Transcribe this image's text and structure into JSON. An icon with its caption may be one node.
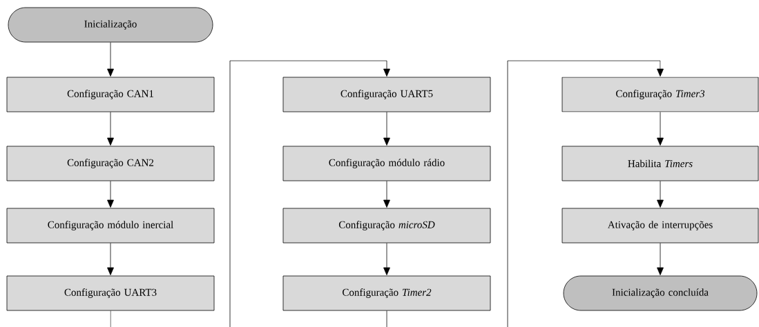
{
  "diagram": {
    "nodes": [
      {
        "text": [
          "Inicialização"
        ]
      },
      {
        "text": [
          "Configuração CAN1"
        ]
      },
      {
        "text": [
          "Configuração CAN2"
        ]
      },
      {
        "text": [
          "Configuração módulo inercial"
        ]
      },
      {
        "text": [
          "Configuração UART3"
        ]
      },
      {
        "text": [
          "Configuração UART5"
        ]
      },
      {
        "text": [
          "Configuração módulo rádio"
        ]
      },
      {
        "text": [
          "Configuração *microSD*"
        ]
      },
      {
        "text": [
          "Configuração *Timer2*"
        ]
      },
      {
        "text": [
          "Configuração *Timer3*"
        ]
      },
      {
        "text": [
          "Habilita *Timers*"
        ]
      },
      {
        "text": [
          "Ativação de interrupções"
        ]
      },
      {
        "text": [
          "Inicialização concluída"
        ]
      }
    ],
    "edges": [
      {
        "from": 0,
        "to": 1,
        "arrow": "to"
      },
      {
        "from": 1,
        "to": 2,
        "arrow": "to"
      },
      {
        "from": 2,
        "to": 3,
        "arrow": "to"
      },
      {
        "from": 3,
        "to": 4,
        "arrow": "to"
      },
      {
        "from": 4,
        "to": 5,
        "arrow": "to"
      },
      {
        "from": 5,
        "to": 6,
        "arrow": "to"
      },
      {
        "from": 6,
        "to": 7,
        "arrow": "to"
      },
      {
        "from": 7,
        "to": 8,
        "arrow": "to"
      },
      {
        "from": 8,
        "to": 9,
        "arrow": "to"
      },
      {
        "from": 9,
        "to": 10,
        "arrow": "to"
      },
      {
        "from": 10,
        "to": 11,
        "arrow": "to"
      },
      {
        "from": 11,
        "to": 12,
        "arrow": "to"
      }
    ]
  }
}
